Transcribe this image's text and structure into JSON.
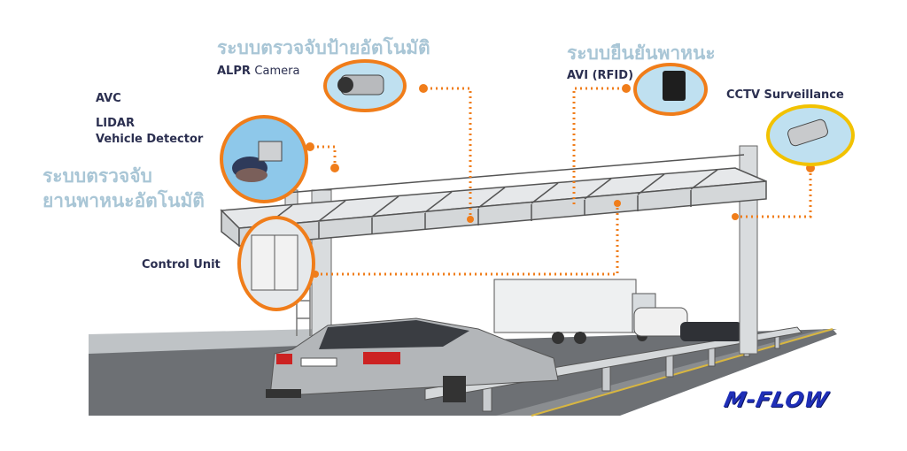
{
  "labels": {
    "alpr_thai": "ระบบตรวจจับป้ายอัตโนมัติ",
    "alpr_bold": "ALPR",
    "alpr_rest": "Camera",
    "avc": "AVC",
    "lidar": "LIDAR",
    "vehicle_detector": "Vehicle Detector",
    "avc_thai_line1": "ระบบตรวจจับ",
    "avc_thai_line2": "ยานพาหนะอัตโนมัติ",
    "control_unit": "Control Unit",
    "avi_thai": "ระบบยืนยันพาหนะ",
    "avi": "AVI (RFID)",
    "cctv": "CCTV Surveillance"
  },
  "logo": "M-FLOW",
  "colors": {
    "callout": "#f07d1a",
    "cctv_ring": "#f2c200",
    "thai_text": "#a9c6d6",
    "label_text": "#2b2f50",
    "logo": "#1f2fb8"
  }
}
